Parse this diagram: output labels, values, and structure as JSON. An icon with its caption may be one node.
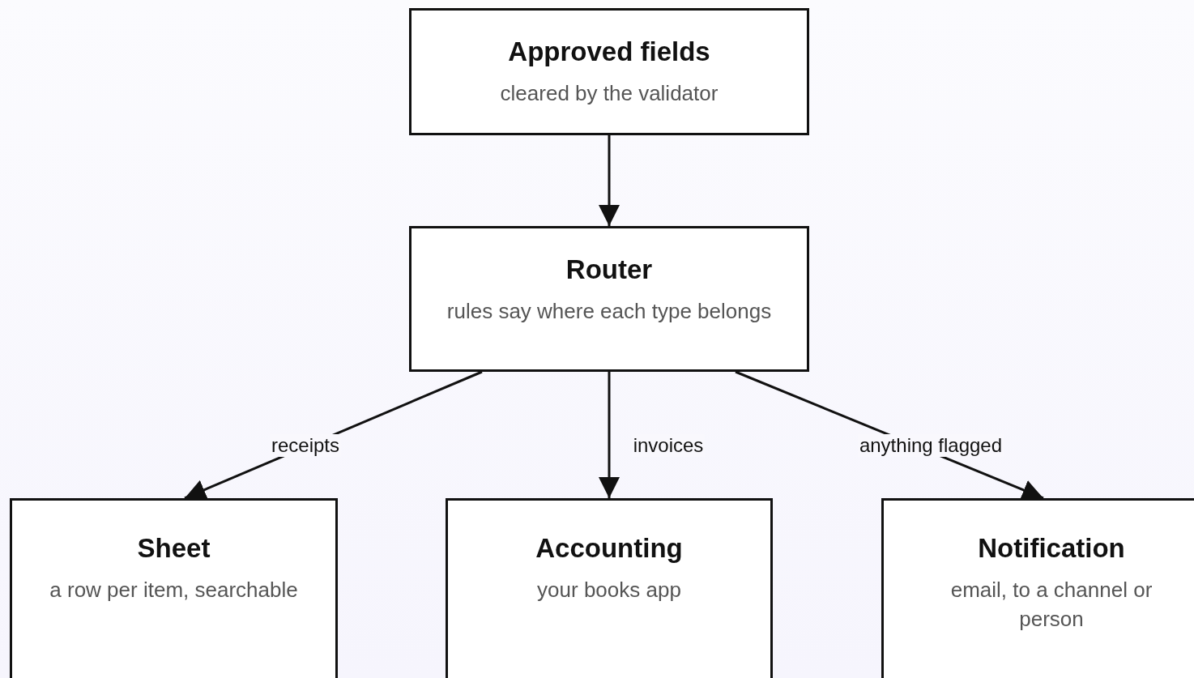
{
  "diagram": {
    "nodes": [
      {
        "text": [
          "Approved fields",
          "cleared by the validator"
        ]
      },
      {
        "text": [
          "Router",
          "rules say where each type belongs"
        ]
      },
      {
        "text": [
          "Sheet",
          "a row per item, searchable"
        ]
      },
      {
        "text": [
          "Accounting",
          "your books app"
        ]
      },
      {
        "text": [
          "Notification",
          "email, to a channel or person"
        ]
      }
    ],
    "edges": [
      {
        "from": 0,
        "to": 1,
        "arrow": "to"
      },
      {
        "from": 1,
        "to": 2,
        "arrow": "to",
        "label": "receipts"
      },
      {
        "from": 1,
        "to": 3,
        "arrow": "to",
        "label": "invoices"
      },
      {
        "from": 1,
        "to": 4,
        "arrow": "to",
        "label": "anything flagged"
      }
    ]
  }
}
